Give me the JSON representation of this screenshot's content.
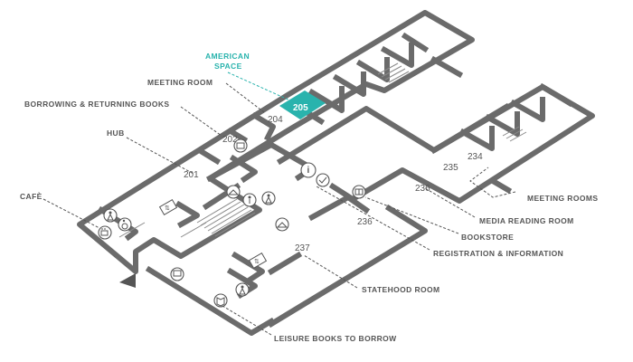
{
  "rooms": {
    "r201": "201",
    "r202": "202",
    "r204": "204",
    "r205": "205",
    "r234": "234",
    "r235": "235",
    "r236a": "236",
    "r236b": "236",
    "r237": "237"
  },
  "labels": {
    "american_space_1": "AMERICAN",
    "american_space_2": "SPACE",
    "meeting_room": "MEETING ROOM",
    "borrowing_returning": "BORROWING & RETURNING BOOKS",
    "hub": "HUB",
    "cafe": "CAFÈ",
    "meeting_rooms": "MEETING ROOMS",
    "media_reading_room": "MEDIA READING ROOM",
    "bookstore": "BOOKSTORE",
    "registration_information": "REGISTRATION & INFORMATION",
    "statehood_room": "STATEHOOD ROOM",
    "leisure_books": "LEISURE BOOKS TO BORROW"
  },
  "icons": {
    "info_glyph": "i",
    "elevator_glyph": "⇅"
  },
  "colors": {
    "accent": "#29b3ad",
    "walls": "#6b6b6b",
    "text": "#555555"
  }
}
